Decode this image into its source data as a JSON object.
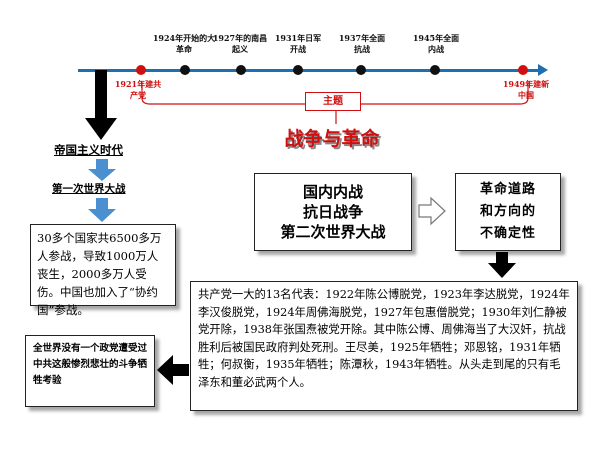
{
  "timeline": {
    "events_top": [
      {
        "label": "1924年开始的大革命"
      },
      {
        "label": "1927年的南昌起义"
      },
      {
        "label": "1931年日军开战"
      },
      {
        "label": "1937年全面抗战"
      },
      {
        "label": "1945年全面内战"
      }
    ],
    "start_label": "1921年建共产党",
    "end_label": "1949年建新中国"
  },
  "theme": {
    "tag": "主题",
    "title": "战争与革命"
  },
  "left": {
    "era1": "帝国主义时代",
    "era2": "第一次世界大战",
    "ww1_text": "30多个国家共6500多万人参战，导致1000万人丧生，2000多万人受伤。中国也加入了“协约国”参战。"
  },
  "center_box": [
    "国内内战",
    "抗日战争",
    "第二次世界大战"
  ],
  "right_box": [
    "革命道路",
    "和方向的",
    "不确定性"
  ],
  "detail_text": "共产党一大的13名代表：1922年陈公博脱党，1923年李达脱党，1924年李汉俊脱党，1924年周佛海脱党，1927年包惠僧脱党；1930年刘仁静被党开除，1938年张国焘被党开除。其中陈公博、周佛海当了大汉奸，抗战胜利后被国民政府判处死刑。王尽美，1925年牺牲；邓恩铭，1931年牺牲；何叔衡，1935年牺牲；陈潭秋，1943年牺牲。从头走到尾的只有毛泽东和董必武两个人。",
  "conclusion": "全世界没有一个政党遭受过中共这般惨烈悲壮的斗争牺牲考验",
  "colors": {
    "accent_red": "#d01010",
    "timeline_blue": "#1f6fb0",
    "arrow_blue": "#4a8fd0"
  }
}
